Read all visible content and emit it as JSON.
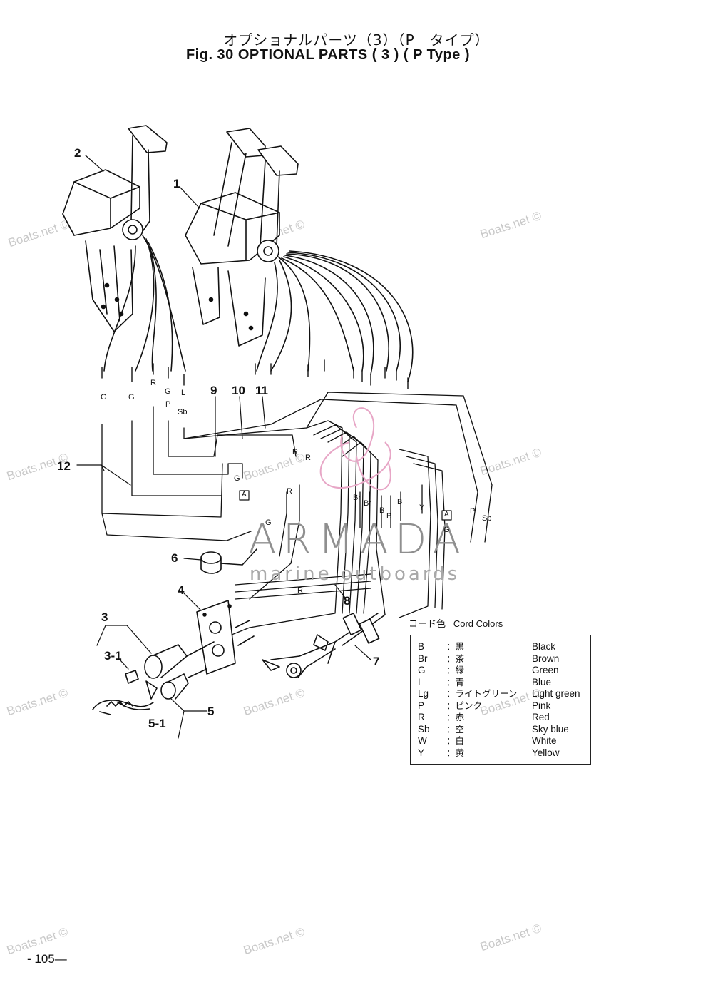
{
  "title": {
    "japanese": "オプショナルパーツ（3）（P　タイプ）",
    "english": "Fig. 30   OPTIONAL PARTS ( 3 ) ( P Type )"
  },
  "callouts": [
    "1",
    "2",
    "3",
    "3-1",
    "4",
    "5",
    "5-1",
    "6",
    "7",
    "8",
    "9",
    "10",
    "11",
    "12"
  ],
  "wire_letters": [
    "G",
    "G",
    "R",
    "G",
    "P",
    "L",
    "Sb",
    "G",
    "R",
    "R",
    "R",
    "Br",
    "Br",
    "B",
    "B",
    "B",
    "Y",
    "P",
    "Sb",
    "G",
    "G",
    "R"
  ],
  "connector_marks": [
    "A",
    "A"
  ],
  "watermarks": {
    "site": "Boats.net ©",
    "brand": "ARMADA",
    "brand_sub": "marine outboards"
  },
  "legend": {
    "heading_jp": "コード色",
    "heading_en": "Cord Colors",
    "rows": [
      {
        "code": "B",
        "jp": "：黒",
        "en": "Black"
      },
      {
        "code": "Br",
        "jp": "：茶",
        "en": "Brown"
      },
      {
        "code": "G",
        "jp": "：緑",
        "en": "Green"
      },
      {
        "code": "L",
        "jp": "：青",
        "en": "Blue"
      },
      {
        "code": "Lg",
        "jp": "：ライトグリーン",
        "en": "Light green"
      },
      {
        "code": "P",
        "jp": "：ピンク",
        "en": "Pink"
      },
      {
        "code": "R",
        "jp": "：赤",
        "en": "Red"
      },
      {
        "code": "Sb",
        "jp": "：空",
        "en": "Sky blue"
      },
      {
        "code": "W",
        "jp": "：白",
        "en": "White"
      },
      {
        "code": "Y",
        "jp": "：黄",
        "en": "Yellow"
      }
    ]
  },
  "page_number": "- 105—"
}
